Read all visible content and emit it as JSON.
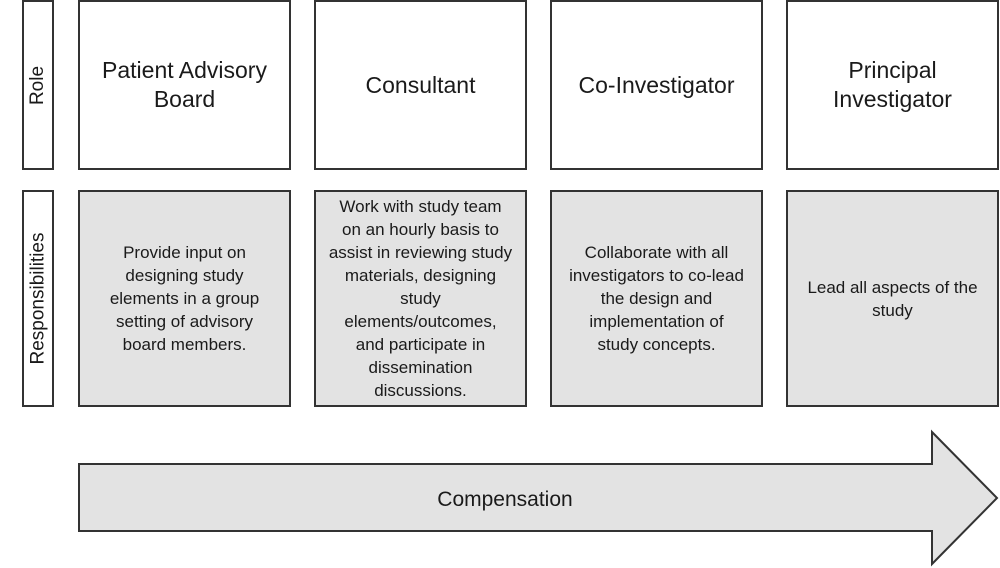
{
  "row_labels": {
    "role": "Role",
    "responsibilities": "Responsibilities"
  },
  "columns": [
    {
      "role": "Patient Advisory Board",
      "responsibility": "Provide input on designing study elements in a group setting of advisory board members."
    },
    {
      "role": "Consultant",
      "responsibility": "Work with study team on an hourly basis to assist in reviewing study materials, designing study elements/outcomes, and participate in dissemination discussions."
    },
    {
      "role": "Co-Investigator",
      "responsibility": "Collaborate with all investigators to co-lead the design and implementation of study concepts."
    },
    {
      "role": "Principal Investigator",
      "responsibility": "Lead all aspects of the study"
    }
  ],
  "arrow": {
    "label": "Compensation"
  },
  "colors": {
    "border": "#333333",
    "fill_gray": "#e3e3e3",
    "fill_white": "#ffffff"
  }
}
